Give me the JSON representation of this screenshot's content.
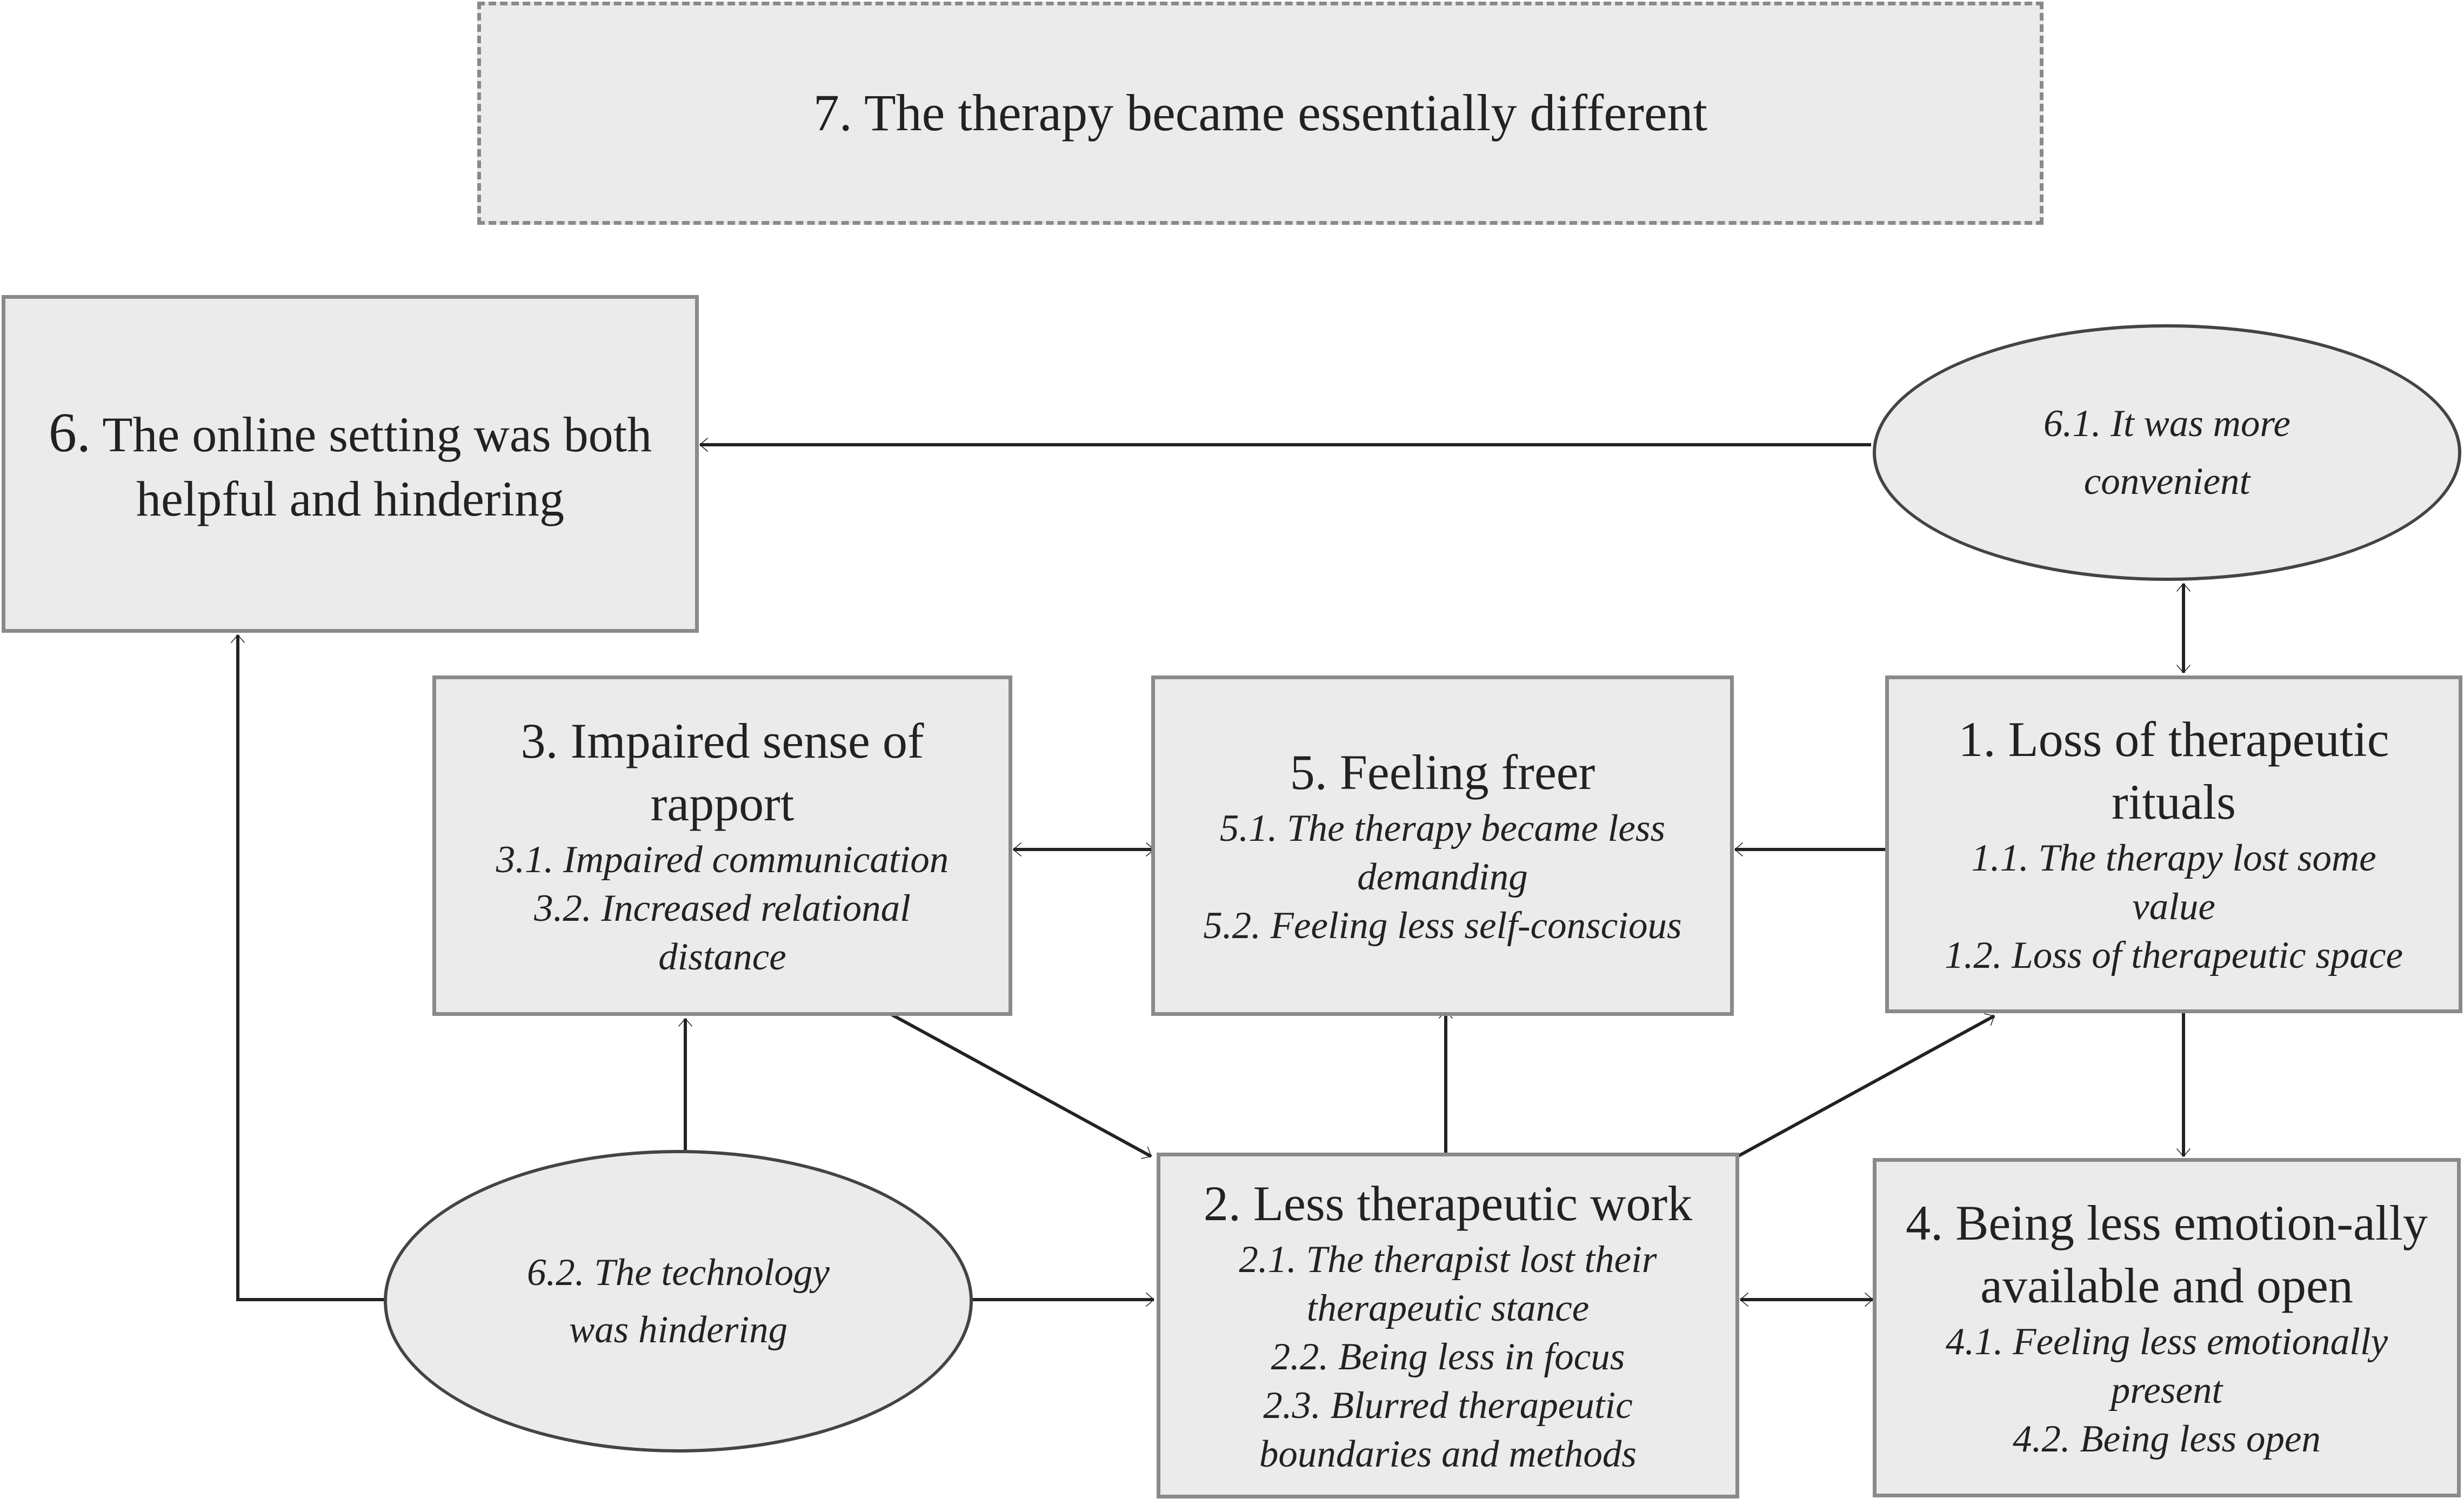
{
  "theme7": {
    "title": "7. The therapy became essentially different"
  },
  "theme6": {
    "number": "6.",
    "title": "The online setting was both helpful and hindering"
  },
  "sub61": {
    "text": "6.1. It was more convenient"
  },
  "sub62": {
    "text": "6.2. The technology was hindering"
  },
  "theme3": {
    "title": "3. Impaired sense of rapport",
    "subs": [
      "3.1. Impaired communication",
      "3.2. Increased relational distance"
    ]
  },
  "theme5": {
    "title": "5. Feeling freer",
    "subs": [
      "5.1. The therapy became less demanding",
      "5.2. Feeling less self-conscious"
    ]
  },
  "theme1": {
    "title": "1. Loss of therapeutic rituals",
    "subs": [
      "1.1. The therapy lost some value",
      "1.2. Loss of therapeutic space"
    ]
  },
  "theme2": {
    "title": "2. Less therapeutic work",
    "subs": [
      "2.1. The therapist lost their therapeutic stance",
      "2.2. Being less in focus",
      "2.3. Blurred therapeutic boundaries and methods"
    ]
  },
  "theme4": {
    "title": "4. Being less emotion-ally available and open",
    "subs": [
      "4.1. Feeling less emotionally present",
      "4.2. Being less open"
    ]
  },
  "colors": {
    "box_fill": "#ebebeb",
    "box_border": "#8a8a8a",
    "ellipse_border": "#444444",
    "arrow": "#222222"
  }
}
